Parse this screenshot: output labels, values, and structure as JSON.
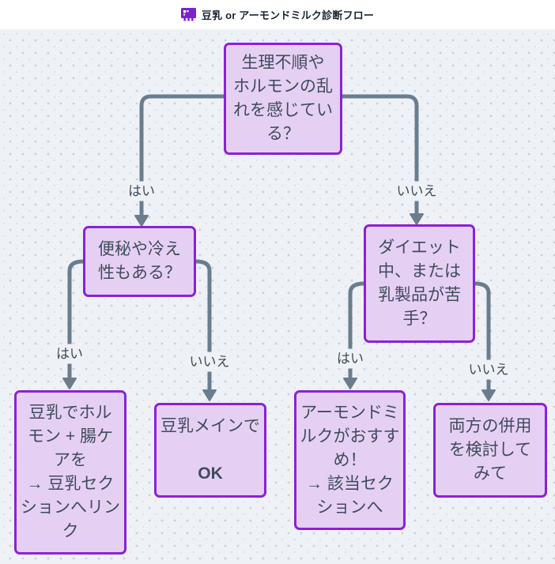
{
  "header": {
    "title": "豆乳 or アーモンドミルク診断フロー",
    "icon": "pixel-monitor-icon"
  },
  "colors": {
    "canvas_background": "#eef1f6",
    "dot_grid": "#c8d0da",
    "node_fill": "#e5d0f4",
    "node_border": "#8a22d8",
    "edge_line": "#6b7d8d",
    "node_text": "#414b5a",
    "title_text": "#1b2433",
    "icon_accent": "#7c22ce"
  },
  "flowchart": {
    "nodes": {
      "q_hormone": {
        "text": "生理不順や\nホルモンの乱\nれを感じてい\nる？"
      },
      "q_constipation": {
        "text": "便秘や冷え\n性もある？"
      },
      "q_diet": {
        "text": "ダイエット\n中、または\n乳製品が苦\n手？"
      },
      "r_soy_hormone_gut": {
        "text": "豆乳でホル\nモン + 腸ケ\nアを\n→ 豆乳セク\nションへリン\nク"
      },
      "r_soy_main": {
        "text": "豆乳メインで",
        "bold_text": "OK"
      },
      "r_almond": {
        "text": "アーモンドミ\nルクがおすす\nめ！\n→ 該当セク\nションへ"
      },
      "r_both": {
        "text": "両方の併用\nを検討して\nみて"
      }
    },
    "edge_labels": {
      "yes1": "はい",
      "no1": "いいえ",
      "yes2": "はい",
      "no2": "いいえ",
      "yes3": "はい",
      "no3": "いいえ"
    }
  }
}
